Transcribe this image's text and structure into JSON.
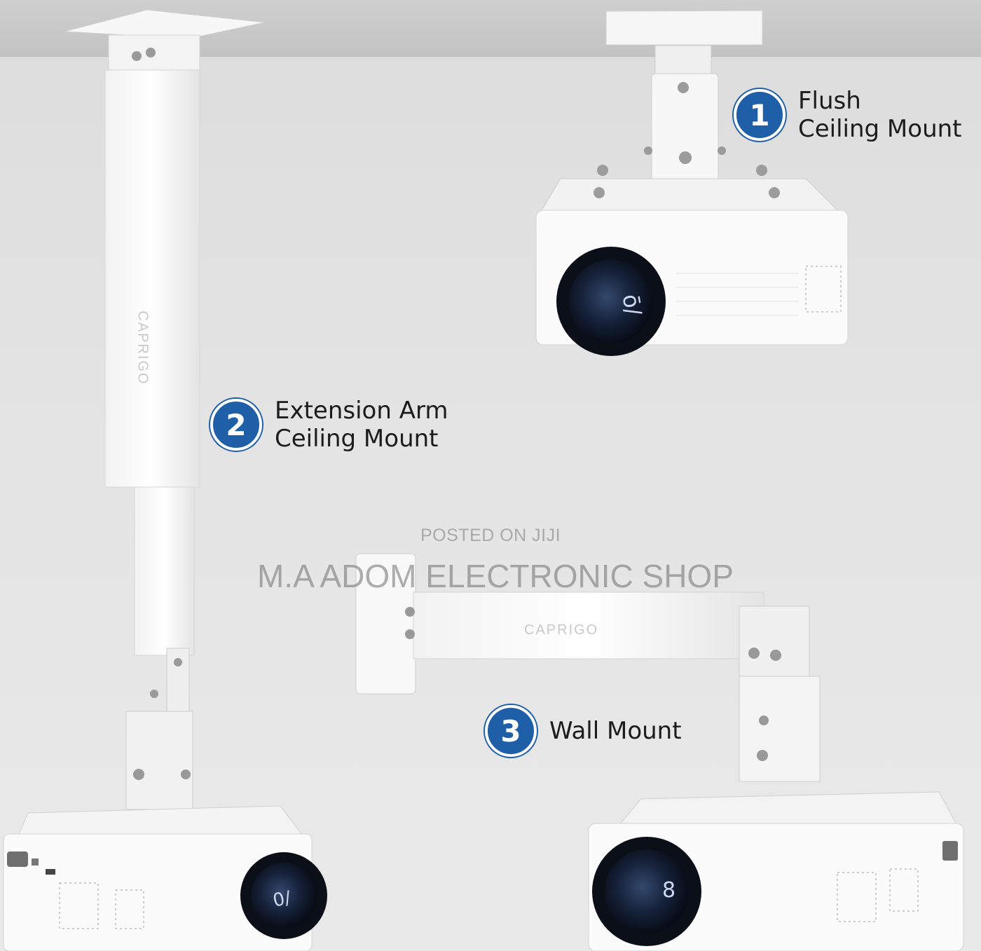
{
  "callouts": [
    {
      "number": "1",
      "line1": "Flush",
      "line2": "Ceiling Mount"
    },
    {
      "number": "2",
      "line1": "Extension Arm",
      "line2": "Ceiling Mount"
    },
    {
      "number": "3",
      "line1": "Wall Mount",
      "line2": ""
    }
  ],
  "watermark": {
    "posted": "POSTED ON JIJI",
    "shop": "M.A ADOM ELECTRONIC SHOP"
  },
  "brand": "CAPRIGO",
  "colors": {
    "badge": "#1e5fa8",
    "text": "#1c1c1c",
    "mount": "#ffffff",
    "lens": "#0d1420"
  }
}
